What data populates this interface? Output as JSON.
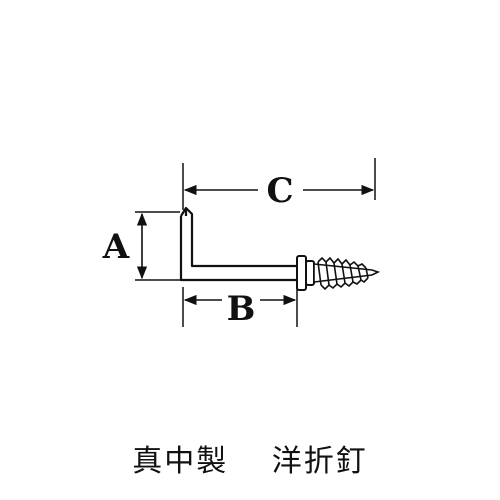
{
  "labels": {
    "a": "A",
    "b": "B",
    "c": "C"
  },
  "caption": {
    "maker": "真中製",
    "product": "洋折釘"
  },
  "colors": {
    "ink": "#111111"
  }
}
